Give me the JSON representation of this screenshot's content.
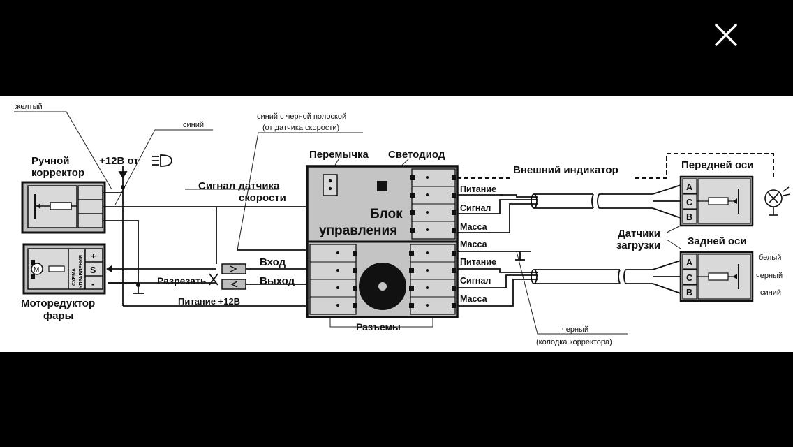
{
  "viewer": {
    "close_icon": "close-icon"
  },
  "diagram": {
    "wire_labels": {
      "yellow": "желтый",
      "blue": "синий",
      "blue_black_line1": "синий с черной полоской",
      "blue_black_line2": "(от датчика скорости)",
      "black_line1": "черный",
      "black_line2": "(колодка корректора)",
      "white": "белый",
      "black": "черный",
      "blue2": "синий"
    },
    "manual_corrector": {
      "line1": "Ручной",
      "line2": "корректор"
    },
    "supply_from_headlight": "+12В от",
    "speed_signal": {
      "line1": "Сигнал датчика",
      "line2": "скорости"
    },
    "jumper": "Перемычка",
    "led": "Светодиод",
    "control_unit": {
      "line1": "Блок",
      "line2": "управления"
    },
    "connectors": "Разъемы",
    "external_indicator": "Внешний индикатор",
    "front_axle": "Передней оси",
    "rear_axle": "Задней оси",
    "load_sensors": {
      "line1": "Датчики",
      "line2": "загрузки"
    },
    "upper_pins": [
      "Питание",
      "Сигнал",
      "Масса"
    ],
    "lower_pins": [
      "Масса",
      "Питание",
      "Сигнал",
      "Масса"
    ],
    "input": "Вход",
    "output": "Выход",
    "cut": "Разрезать",
    "power_12v": "Питание +12В",
    "motor": {
      "line1": "Моторедуктор",
      "line2": "фары",
      "scheme1": "СХЕМА",
      "scheme2": "УПРАВЛЕНИЯ",
      "symbol": "M"
    },
    "motor_terminals": [
      "+",
      "S",
      "-"
    ],
    "sensor_pins": [
      "A",
      "C",
      "B"
    ]
  }
}
